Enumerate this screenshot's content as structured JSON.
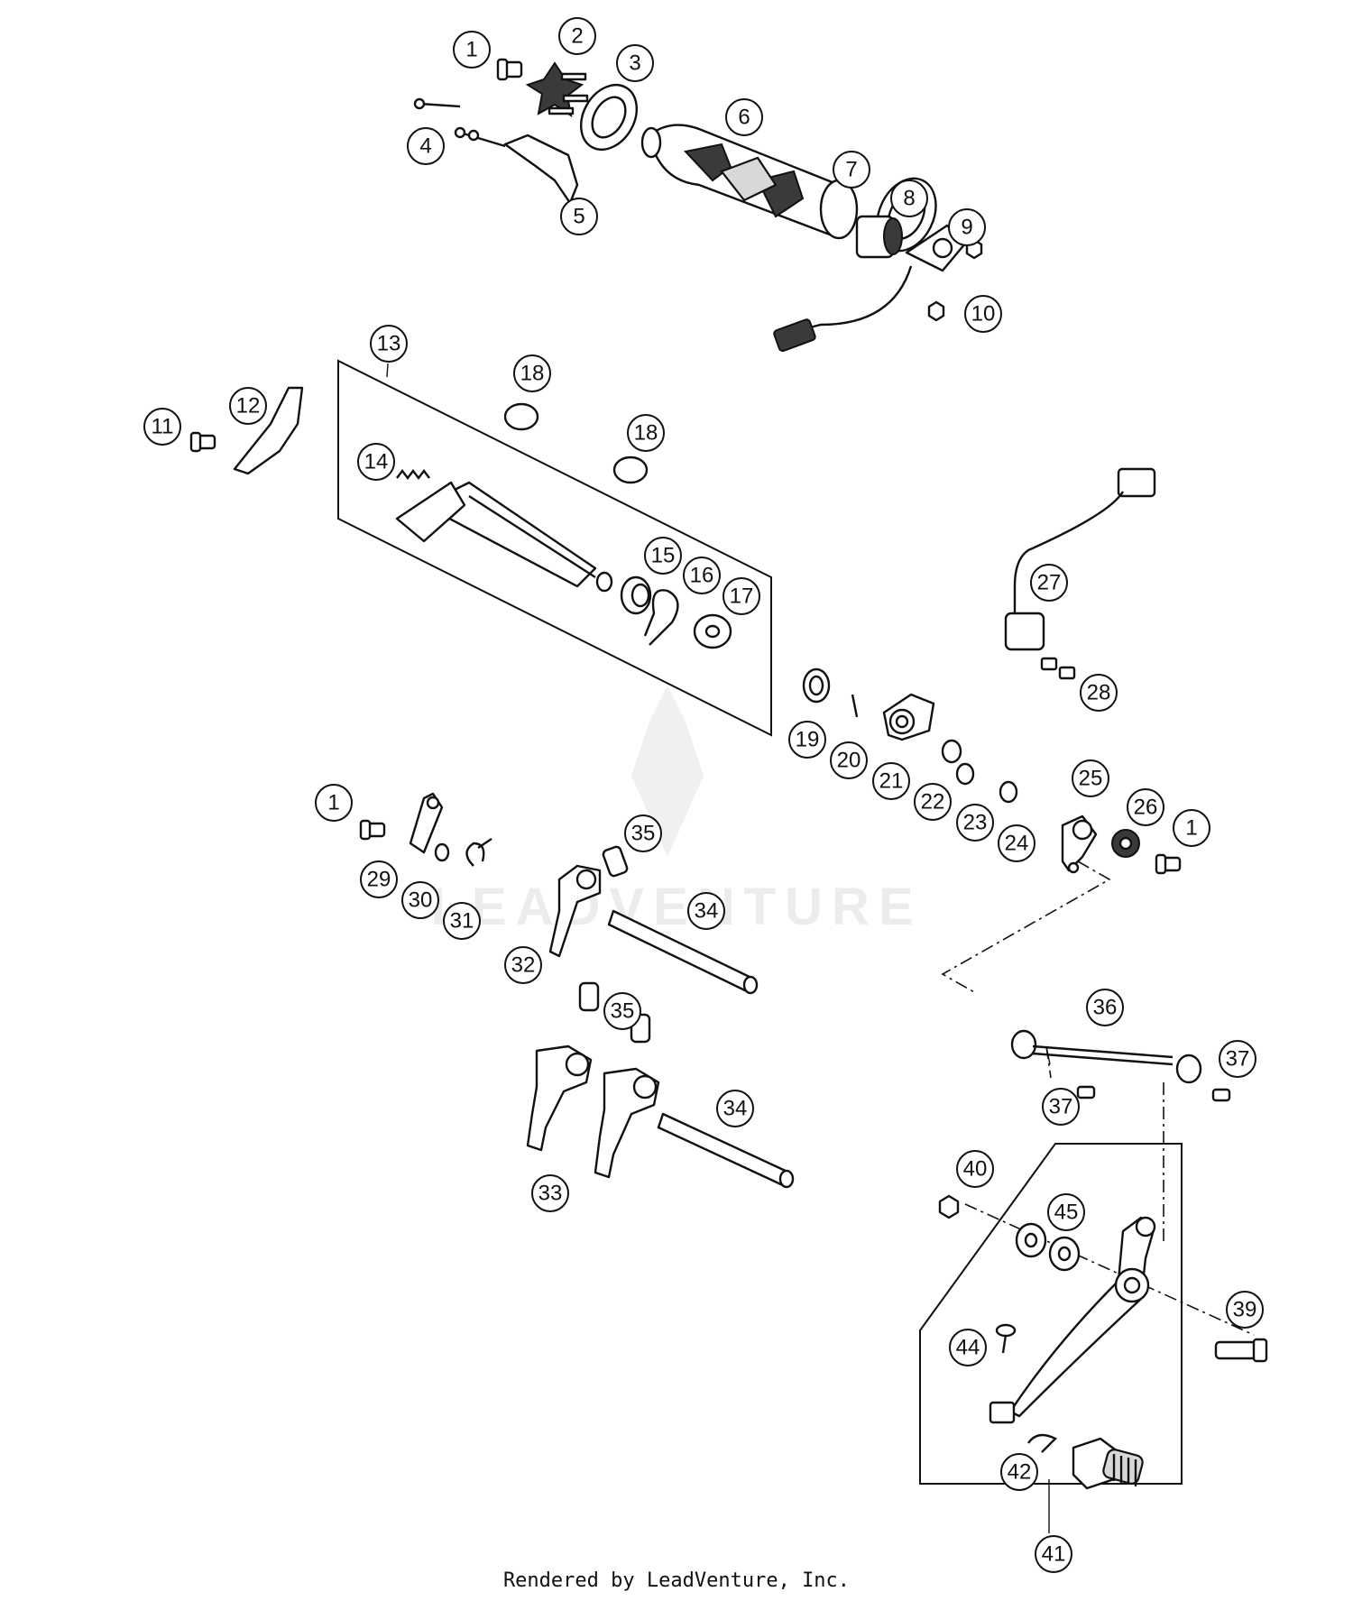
{
  "diagram": {
    "callouts": [
      "1",
      "2",
      "3",
      "4",
      "5",
      "6",
      "7",
      "8",
      "9",
      "10",
      "11",
      "12",
      "13",
      "14",
      "15",
      "16",
      "17",
      "18",
      "18",
      "19",
      "20",
      "21",
      "22",
      "23",
      "24",
      "25",
      "26",
      "1",
      "1",
      "27",
      "28",
      "29",
      "30",
      "31",
      "32",
      "33",
      "34",
      "34",
      "35",
      "35",
      "36",
      "37",
      "37",
      "39",
      "40",
      "41",
      "42",
      "44",
      "45"
    ]
  },
  "watermark": {
    "text": "LEADVENTURE"
  },
  "footer": {
    "credit": "Rendered by LeadVenture, Inc."
  }
}
